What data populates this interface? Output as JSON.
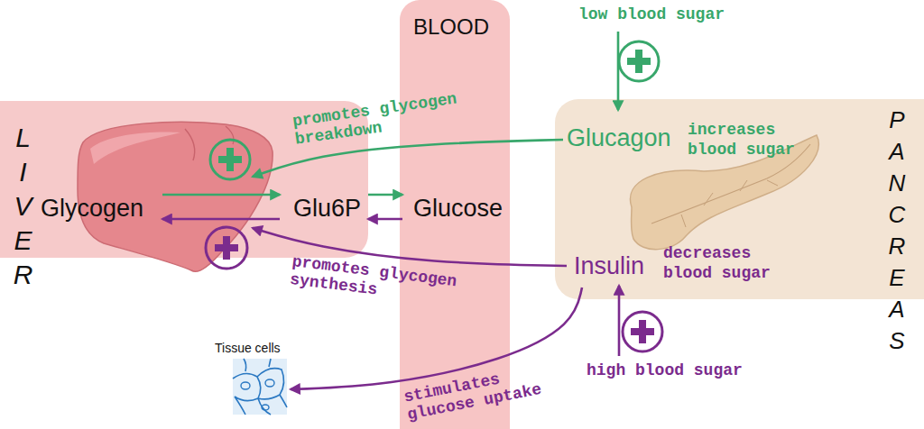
{
  "diagram": {
    "nodes": [
      {
        "text": [
          "LIVER"
        ]
      },
      {
        "text": [
          "Glycogen"
        ],
        "in": 0
      },
      {
        "text": [
          "Glu6P"
        ],
        "in": 0
      },
      {
        "text": [
          "BLOOD"
        ]
      },
      {
        "text": [
          "Glucose"
        ],
        "in": 3
      },
      {
        "text": [
          "low blood sugar"
        ]
      },
      {
        "text": [
          "PANCREAS"
        ]
      },
      {
        "text": [
          "Glucagon",
          "increases blood sugar"
        ],
        "in": 6
      },
      {
        "text": [
          "Insulin",
          "decreases blood sugar"
        ],
        "in": 6
      },
      {
        "text": [
          "high blood sugar"
        ]
      },
      {
        "text": [
          "Tissue cells"
        ]
      }
    ],
    "edges": [
      {
        "from": 1,
        "to": 2,
        "arrow": "to"
      },
      {
        "from": 2,
        "to": 1,
        "arrow": "to"
      },
      {
        "from": 2,
        "to": 4,
        "arrow": "to"
      },
      {
        "from": 4,
        "to": 2,
        "arrow": "to"
      },
      {
        "from": 5,
        "to": 7,
        "arrow": "to"
      },
      {
        "from": 7,
        "to": 0,
        "label": "promotes glycogen breakdown",
        "arrow": "to"
      },
      {
        "from": 8,
        "to": 0,
        "label": "promotes glycogen synthesis",
        "arrow": "to"
      },
      {
        "from": 8,
        "to": 10,
        "label": "stimulates glucose uptake",
        "arrow": "to"
      },
      {
        "from": 9,
        "to": 8,
        "arrow": "to"
      }
    ]
  }
}
